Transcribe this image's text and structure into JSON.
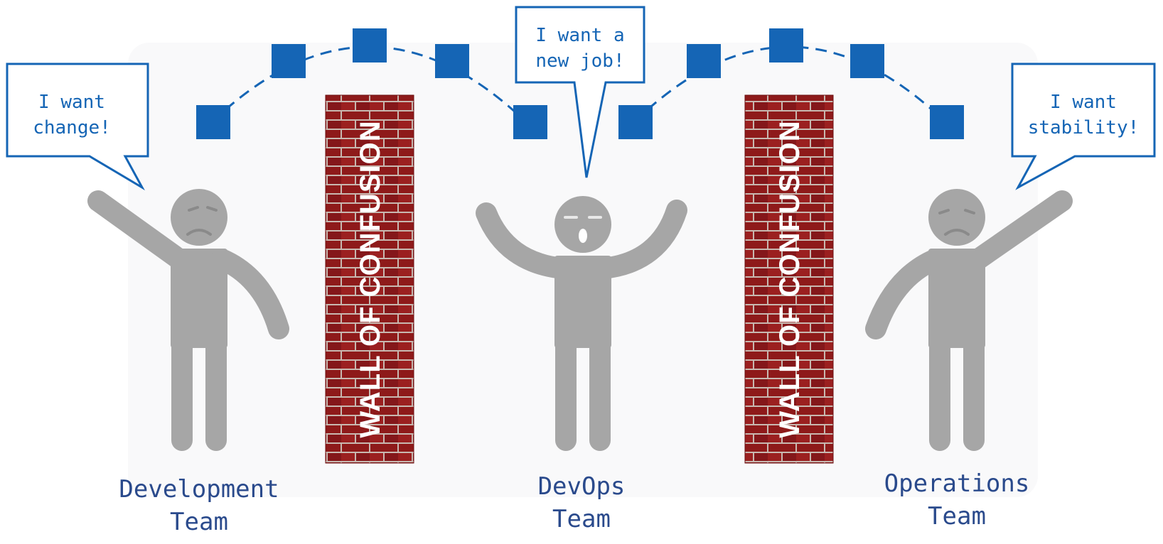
{
  "bubbles": {
    "dev": {
      "line1": "I want",
      "line2": "change!"
    },
    "devops": {
      "line1": "I want a",
      "line2": "new job!"
    },
    "ops": {
      "line1": "I want",
      "line2": "stability!"
    }
  },
  "walls": {
    "left": "WALL OF CONFUSION",
    "right": "WALL OF CONFUSION"
  },
  "teams": {
    "dev": {
      "line1": "Development",
      "line2": "Team"
    },
    "devops": {
      "line1": "DevOps",
      "line2": "Team"
    },
    "ops": {
      "line1": "Operations",
      "line2": "Team"
    }
  },
  "colors": {
    "accent": "#1565b5",
    "figure": "#a6a6a6",
    "brick": "#8e1a1a",
    "mortar": "#c8b8b0",
    "label": "#2a4a8c"
  }
}
